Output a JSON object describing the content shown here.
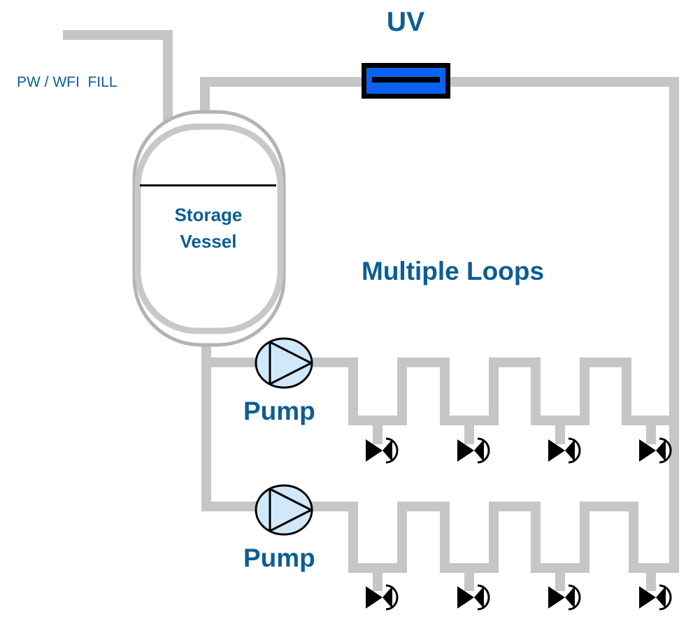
{
  "labels": {
    "fill": "PW / WFI  FILL",
    "uv": "UV",
    "storage_line1": "Storage",
    "storage_line2": "Vessel",
    "multiple_loops": "Multiple Loops",
    "pump_1": "Pump",
    "pump_2": "Pump"
  },
  "colors": {
    "text": "#0c5e94",
    "pipe": "#c6c6c6",
    "vessel_outline": "#b3b3b3",
    "uv_fill": "#0a63f0",
    "uv_border": "#000000",
    "pump_fill": "#cfe9fb",
    "valve": "#000000"
  },
  "icons": {
    "pump": "centrifugal-pump-symbol",
    "valve": "diaphragm-valve-symbol",
    "uv": "uv-lamp-symbol"
  }
}
